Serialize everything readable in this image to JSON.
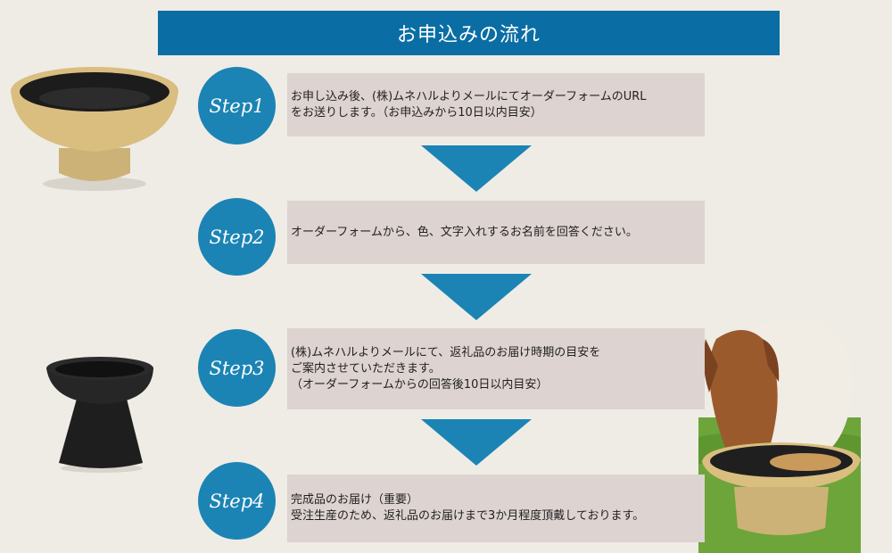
{
  "title": "お申込みの流れ",
  "colors": {
    "banner": "#0a6ea4",
    "circle": "#1b84b4",
    "box": "#ddd3d0",
    "arrow": "#1b84b4",
    "background": "#efece6"
  },
  "steps": [
    {
      "label": "Step1",
      "lines": [
        "お申し込み後、(株)ムネハルよりメールにてオーダーフォームのURL",
        "をお送りします。（お申込みから10日以内目安）"
      ]
    },
    {
      "label": "Step2",
      "lines": [
        "オーダーフォームから、色、文字入れするお名前を回答ください。"
      ]
    },
    {
      "label": "Step3",
      "lines": [
        "(株)ムネハルよりメールにて、返礼品のお届け時期の目安を",
        "ご案内させていただきます。",
        "（オーダーフォームからの回答後10日以内目安）"
      ]
    },
    {
      "label": "Step4",
      "lines": [
        "完成品のお届け（重要）",
        "受注生産のため、返礼品のお届けまで3か月程度頂戴しております。"
      ]
    }
  ],
  "images": [
    "yellow-bowl-photo",
    "black-bowl-photo",
    "dog-eating-photo"
  ]
}
